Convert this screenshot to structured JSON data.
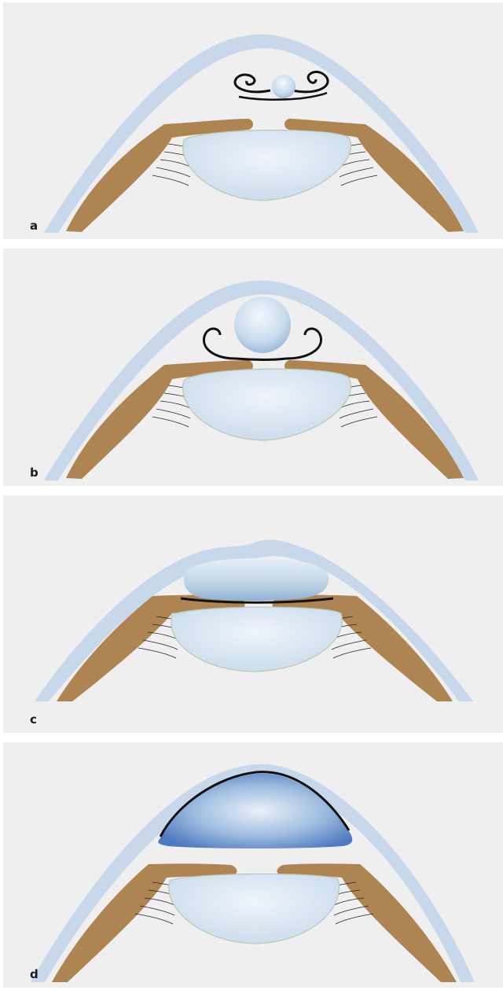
{
  "panels": [
    {
      "label": "a"
    },
    {
      "label": "b"
    },
    {
      "label": "c"
    },
    {
      "label": "d"
    }
  ],
  "colors": {
    "cornea": "#c7d8ea",
    "iris": "#ae8552",
    "lens": "#dbe7f2",
    "graft_membrane": "#111111",
    "air_bubble_light": "#cfdeed",
    "air_bubble_dark": "#5d86c8"
  }
}
